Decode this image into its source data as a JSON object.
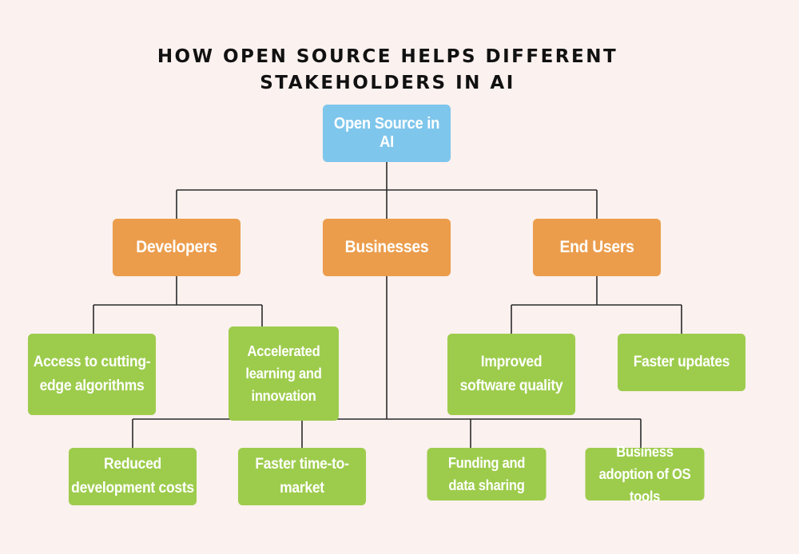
{
  "title": {
    "line1": "HOW OPEN SOURCE HELPS DIFFERENT",
    "line2": "STAKEHOLDERS IN AI"
  },
  "root": {
    "label": "Open Source in AI"
  },
  "stakeholders": {
    "developers": {
      "label": "Developers"
    },
    "businesses": {
      "label": "Businesses"
    },
    "end_users": {
      "label": "End Users"
    }
  },
  "benefits": {
    "developers": [
      {
        "label": "Access to cutting-edge algorithms"
      },
      {
        "label": "Accelerated learning and innovation"
      }
    ],
    "end_users": [
      {
        "label": "Improved software quality"
      },
      {
        "label": "Faster updates"
      }
    ],
    "businesses": [
      {
        "label": "Reduced development costs"
      },
      {
        "label": "Faster time-to-market"
      },
      {
        "label": "Funding and data sharing"
      },
      {
        "label": "Business adoption of OS tools"
      }
    ]
  },
  "colors": {
    "background": "#fbf1ef",
    "root": "#7fc6ec",
    "stakeholder": "#eb9d4c",
    "benefit": "#9dcc4c",
    "connector": "#2b2b2b"
  }
}
